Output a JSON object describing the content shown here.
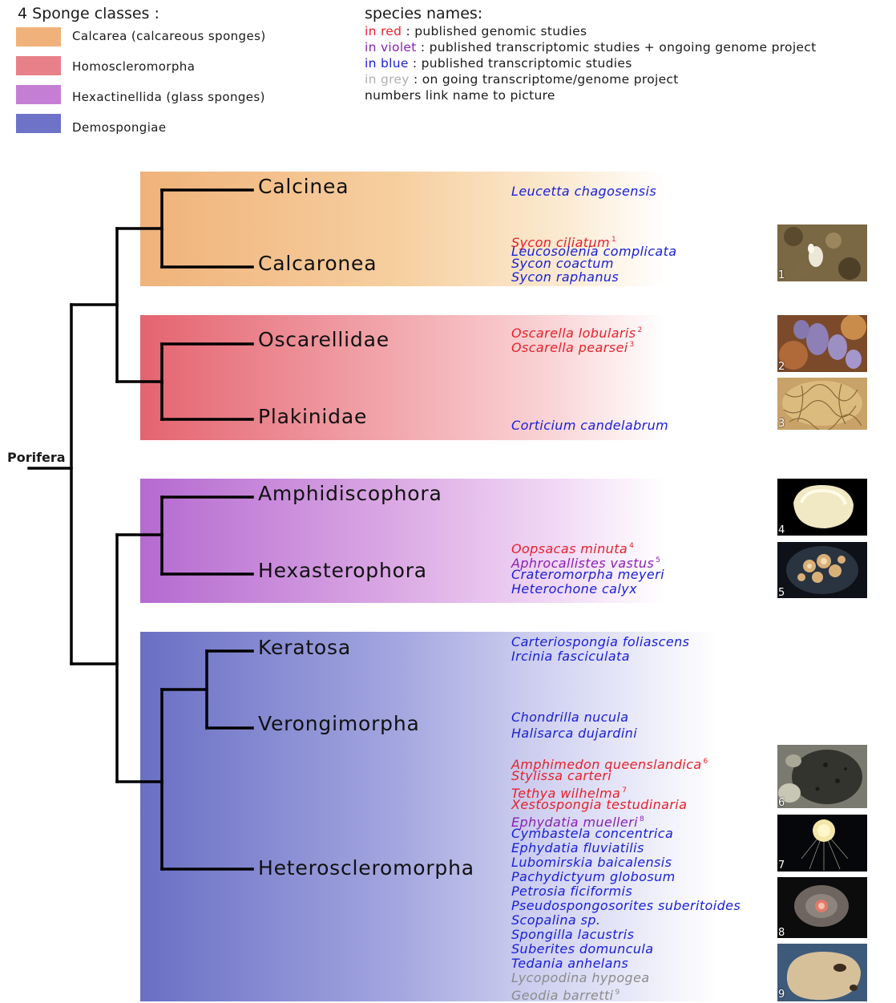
{
  "legend": {
    "title": "4 Sponge classes :",
    "classes": [
      {
        "label": "Calcarea (calcareous sponges)",
        "color": "#f0b27a"
      },
      {
        "label": "Homoscleromorpha",
        "color": "#e8808a"
      },
      {
        "label": "Hexactinellida (glass sponges)",
        "color": "#c47fd5"
      },
      {
        "label": "Demospongiae",
        "color": "#6f73c8"
      }
    ]
  },
  "species_key": {
    "title": "species names:",
    "items": [
      {
        "prefix": "in red",
        "text": " : published genomic studies",
        "color": "#e8202a"
      },
      {
        "prefix": "in violet",
        "text": " : published transcriptomic studies + ongoing genome project",
        "color": "#8a1fb4"
      },
      {
        "prefix": "in blue",
        "text": " : published transcriptomic studies",
        "color": "#1a20d8"
      },
      {
        "prefix": "in grey",
        "text": " : on going transcriptome/genome project",
        "color": "#9a9a9a"
      }
    ],
    "note": "numbers link name to picture"
  },
  "root_label": "Porifera",
  "clades": [
    "Calcinea",
    "Calcaronea",
    "Oscarellidae",
    "Plakinidae",
    "Amphidiscophora",
    "Hexasterophora",
    "Keratosa",
    "Verongimorpha",
    "Heteroscleromorpha"
  ],
  "colors": {
    "red": "#e8202a",
    "violet": "#8a1fb4",
    "blue": "#1a20d8",
    "grey": "#8c8c8c"
  },
  "species": [
    {
      "name": "Leucetta chagosensis",
      "color": "blue",
      "sup": ""
    },
    {
      "name": "Sycon ciliatum",
      "color": "red",
      "sup": "1"
    },
    {
      "name": "Leucosolenia complicata",
      "color": "blue",
      "sup": ""
    },
    {
      "name": "Sycon coactum",
      "color": "blue",
      "sup": ""
    },
    {
      "name": "Sycon raphanus",
      "color": "blue",
      "sup": ""
    },
    {
      "name": "Oscarella lobularis",
      "color": "red",
      "sup": "2"
    },
    {
      "name": "Oscarella pearsei",
      "color": "red",
      "sup": "3"
    },
    {
      "name": "Corticium candelabrum",
      "color": "blue",
      "sup": ""
    },
    {
      "name": "Oopsacas minuta",
      "color": "red",
      "sup": "4"
    },
    {
      "name": "Aphrocallistes vastus",
      "color": "violet",
      "sup": "5"
    },
    {
      "name": "Crateromorpha meyeri",
      "color": "blue",
      "sup": ""
    },
    {
      "name": "Heterochone calyx",
      "color": "blue",
      "sup": ""
    },
    {
      "name": "Carteriospongia foliascens",
      "color": "blue",
      "sup": ""
    },
    {
      "name": "Ircinia fasciculata",
      "color": "blue",
      "sup": ""
    },
    {
      "name": "Chondrilla nucula",
      "color": "blue",
      "sup": ""
    },
    {
      "name": "Halisarca dujardini",
      "color": "blue",
      "sup": ""
    },
    {
      "name": "Amphimedon queenslandica",
      "color": "red",
      "sup": "6"
    },
    {
      "name": "Stylissa carteri",
      "color": "red",
      "sup": ""
    },
    {
      "name": "Tethya wilhelma",
      "color": "red",
      "sup": "7"
    },
    {
      "name": "Xestospongia testudinaria",
      "color": "red",
      "sup": ""
    },
    {
      "name": "Ephydatia muelleri",
      "color": "violet",
      "sup": "8"
    },
    {
      "name": "Cymbastela concentrica",
      "color": "blue",
      "sup": ""
    },
    {
      "name": "Ephydatia fluviatilis",
      "color": "blue",
      "sup": ""
    },
    {
      "name": "Lubomirskia baicalensis",
      "color": "blue",
      "sup": ""
    },
    {
      "name": "Pachydictyum globosum",
      "color": "blue",
      "sup": ""
    },
    {
      "name": "Petrosia ficiformis",
      "color": "blue",
      "sup": ""
    },
    {
      "name": "Pseudospongosorites suberitoides",
      "color": "blue",
      "sup": ""
    },
    {
      "name": "Scopalina sp.",
      "color": "blue",
      "sup": ""
    },
    {
      "name": "Spongilla lacustris",
      "color": "blue",
      "sup": ""
    },
    {
      "name": "Suberites domuncula",
      "color": "blue",
      "sup": ""
    },
    {
      "name": "Tedania anhelans",
      "color": "blue",
      "sup": ""
    },
    {
      "name": "Lycopodina hypogea",
      "color": "grey",
      "sup": ""
    },
    {
      "name": "Geodia barretti",
      "color": "grey",
      "sup": "9"
    }
  ],
  "photo_numbers": [
    "1",
    "2",
    "3",
    "4",
    "5",
    "6",
    "7",
    "8",
    "9"
  ]
}
